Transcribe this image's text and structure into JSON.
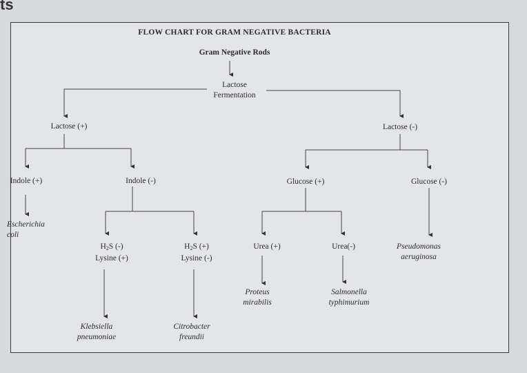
{
  "page": {
    "corner_fragment": "ts"
  },
  "chart": {
    "title": "FLOW CHART FOR GRAM NEGATIVE BACTERIA",
    "root": "Gram Negative Rods",
    "lactose_fermentation": {
      "line1": "Lactose",
      "line2": "Fermentation"
    },
    "lactose_pos": "Lactose (+)",
    "lactose_neg": "Lactose (-)",
    "indole_pos": "Indole (+)",
    "indole_neg": "Indole (-)",
    "glucose_pos": "Glucose (+)",
    "glucose_neg": "Glucose (-)",
    "escherichia": {
      "line1": "Escherichia",
      "line2": "coli"
    },
    "h2s_neg": {
      "h": "H",
      "sub": "2",
      "s": "S (-)",
      "line2": "Lysine (+)"
    },
    "h2s_pos": {
      "h": "H",
      "sub": "2",
      "s": "S (+)",
      "line2": "Lysine (-)"
    },
    "urea_pos": "Urea (+)",
    "urea_neg": "Urea(-)",
    "pseudomonas": {
      "line1": "Pseudomonas",
      "line2": "aeruginosa"
    },
    "proteus": {
      "line1": "Proteus",
      "line2": "mirabilis"
    },
    "salmonella": {
      "line1": "Salmonella",
      "line2": "typhimurium"
    },
    "klebsiella": {
      "line1": "Klebsiella",
      "line2": "pneumoniae"
    },
    "citrobacter": {
      "line1": "Citrobacter",
      "line2": "freundii"
    }
  }
}
